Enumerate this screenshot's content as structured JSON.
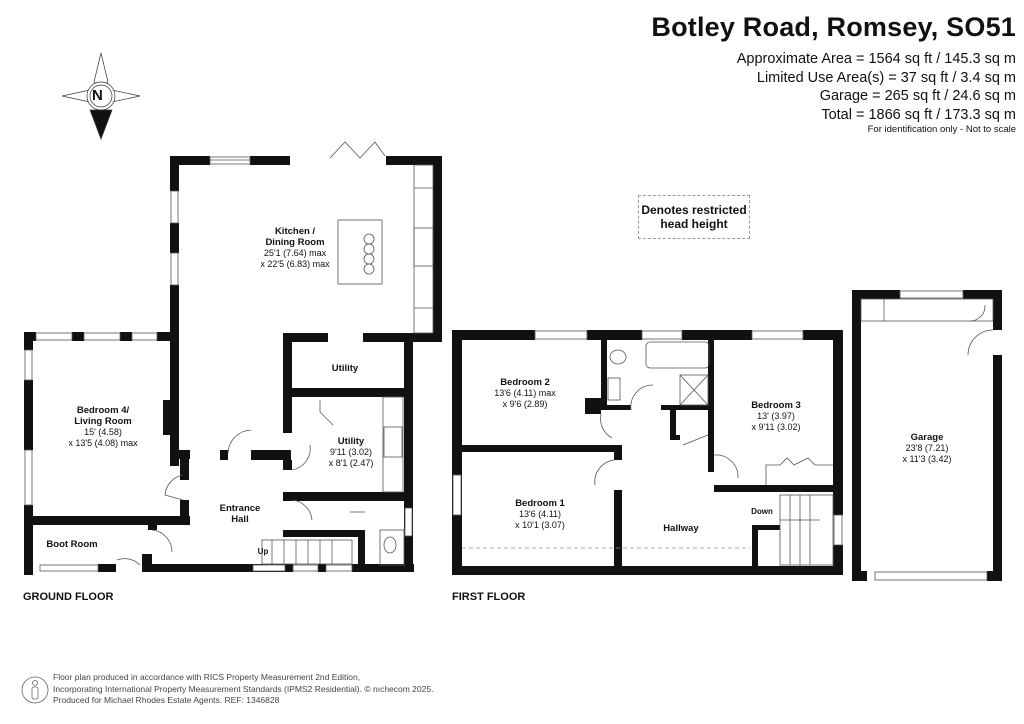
{
  "header": {
    "title": "Botley Road, Romsey, SO51",
    "areas": [
      "Approximate Area = 1564 sq ft / 145.3 sq m",
      "Limited Use Area(s) = 37 sq ft / 3.4 sq m",
      "Garage = 265 sq ft / 24.6 sq m",
      "Total = 1866 sq ft / 173.3 sq m"
    ],
    "note": "For identification only - Not to scale"
  },
  "compass": {
    "letter": "N",
    "icon": "north-compass-icon"
  },
  "legend": {
    "text_line1": "Denotes restricted",
    "text_line2": "head height"
  },
  "ground_floor": {
    "label": "GROUND FLOOR",
    "rooms": [
      {
        "name": "Kitchen /",
        "name2": "Dining Room",
        "dim1": "25'1 (7.64) max",
        "dim2": "x 22'5 (6.83) max"
      },
      {
        "name": "Utility",
        "name2": "",
        "dim1": "",
        "dim2": ""
      },
      {
        "name": "Bedroom 4/",
        "name2": "Living Room",
        "dim1": "15' (4.58)",
        "dim2": "x 13'5 (4.08) max"
      },
      {
        "name": "Utility",
        "name2": "",
        "dim1": "9'11 (3.02)",
        "dim2": "x 8'1 (2.47)"
      },
      {
        "name": "Entrance",
        "name2": "Hall",
        "dim1": "",
        "dim2": ""
      },
      {
        "name": "Boot Room",
        "name2": "",
        "dim1": "",
        "dim2": ""
      }
    ],
    "stairs_label": "Up"
  },
  "first_floor": {
    "label": "FIRST FLOOR",
    "rooms": [
      {
        "name": "Bedroom 2",
        "dim1": "13'6 (4.11) max",
        "dim2": "x 9'6 (2.89)"
      },
      {
        "name": "Bedroom 3",
        "dim1": "13' (3.97)",
        "dim2": "x 9'11 (3.02)"
      },
      {
        "name": "Bedroom 1",
        "dim1": "13'6 (4.11)",
        "dim2": "x 10'1 (3.07)"
      },
      {
        "name": "Hallway",
        "dim1": "",
        "dim2": ""
      }
    ],
    "stairs_label": "Down"
  },
  "garage": {
    "name": "Garage",
    "dim1": "23'8 (7.21)",
    "dim2": "x 11'3 (3.42)"
  },
  "footer": {
    "line1": "Floor plan produced in accordance with RICS Property Measurement 2nd Edition,",
    "line2": "Incorporating International Property Measurement Standards (IPMS2 Residential).   © nıchecom 2025.",
    "line3": "Produced for Michael Rhodes Estate Agents.   REF: 1346828"
  }
}
